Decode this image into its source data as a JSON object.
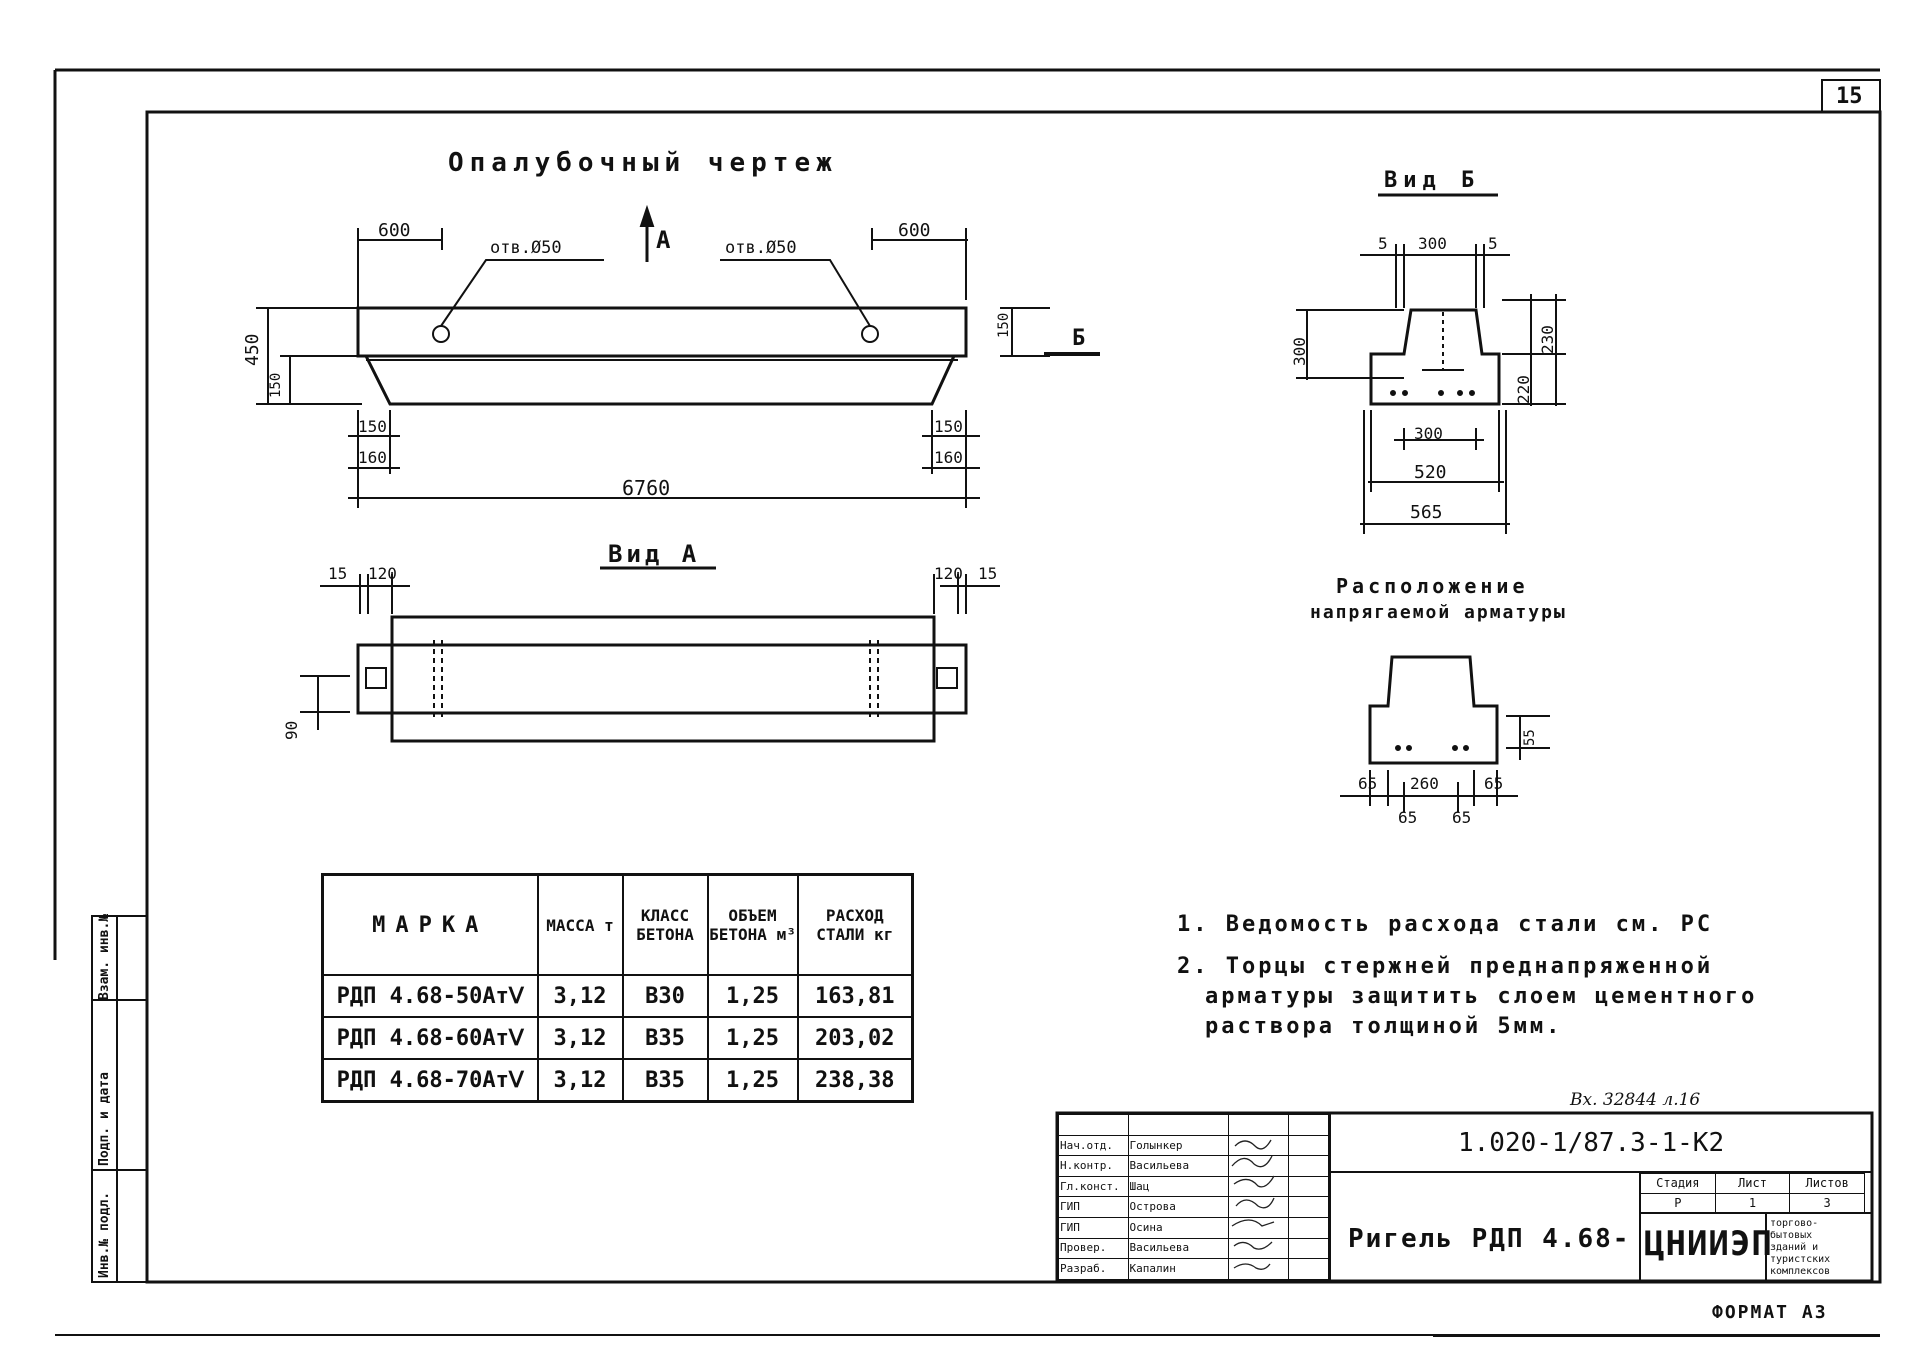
{
  "sheet": {
    "page_number": "15",
    "format_label": "ФОРМАТ А3",
    "incoming_number": "Вх. 32844 л.16"
  },
  "formwork": {
    "title": "Опалубочный чертеж",
    "view_a_arrow": "А",
    "hole_left": "отв.Ø50",
    "hole_right": "отв.Ø50",
    "dim_600_left": "600",
    "dim_600_right": "600",
    "dim_450": "450",
    "dim_150_side_left": "150",
    "dim_150_side_right": "150",
    "section_b_label": "Б",
    "dim_150_bottom_left": "150",
    "dim_160_left": "160",
    "dim_150_bottom_right": "150",
    "dim_160_right": "160",
    "dim_length": "6760"
  },
  "view_a": {
    "title": "Вид А",
    "dim_15_left": "15",
    "dim_120_left": "120",
    "dim_120_right": "120",
    "dim_15_right": "15",
    "dim_90": "90"
  },
  "view_b": {
    "title": "Вид Б",
    "dim_5_left": "5",
    "dim_300_top": "300",
    "dim_5_right": "5",
    "dim_300_left": "300",
    "dim_220": "220",
    "dim_230": "230",
    "dim_300_bottom": "300",
    "dim_520": "520",
    "dim_565": "565"
  },
  "rebar": {
    "title_line1": "Расположение",
    "title_line2": "напрягаемой арматуры",
    "dim_55": "55",
    "dim_65_a": "65",
    "dim_260": "260",
    "dim_65_b": "65",
    "dim_65_c": "65",
    "dim_65_d": "65"
  },
  "marks_table": {
    "headers": [
      "МАРКА",
      "МАССА т",
      "КЛАСС БЕТОНА",
      "ОБЪЕМ БЕТОНА м³",
      "РАСХОД СТАЛИ кг"
    ],
    "rows": [
      [
        "РДП 4.68-50АтⅤ",
        "3,12",
        "В30",
        "1,25",
        "163,81"
      ],
      [
        "РДП 4.68-60АтⅤ",
        "3,12",
        "В35",
        "1,25",
        "203,02"
      ],
      [
        "РДП 4.68-70АтⅤ",
        "3,12",
        "В35",
        "1,25",
        "238,38"
      ]
    ]
  },
  "notes": {
    "n1": "1. Ведомость расхода стали см. РС",
    "n2_l1": "2. Торцы стержней преднапряженной",
    "n2_l2": "арматуры защитить слоем цементного",
    "n2_l3": "раствора толщиной 5мм."
  },
  "side_strip": {
    "label1": "Инв.№ подл.",
    "label2": "Подп. и дата",
    "label3": "Взам. инв.№"
  },
  "title_block": {
    "doc_code": "1.020-1/87.3-1-К2",
    "item_name": "Ригель РДП 4.68-",
    "stage_header": "Стадия",
    "sheet_header": "Лист",
    "sheets_header": "Листов",
    "stage_value": "Р",
    "sheet_value": "1",
    "sheets_value": "3",
    "org_logo": "ЦНИИЭП",
    "org_desc_l1": "торгово-",
    "org_desc_l2": "бытовых",
    "org_desc_l3": "зданий и",
    "org_desc_l4": "туристских",
    "org_desc_l5": "комплексов",
    "roles": [
      {
        "role": "Нач.отд.",
        "name": "Голынкер"
      },
      {
        "role": "Н.контр.",
        "name": "Васильева"
      },
      {
        "role": "Гл.конст.",
        "name": "Шац"
      },
      {
        "role": "ГИП",
        "name": "Острова"
      },
      {
        "role": "ГИП",
        "name": "Осина"
      },
      {
        "role": "Провер.",
        "name": "Васильева"
      },
      {
        "role": "Разраб.",
        "name": "Капалин"
      }
    ]
  }
}
